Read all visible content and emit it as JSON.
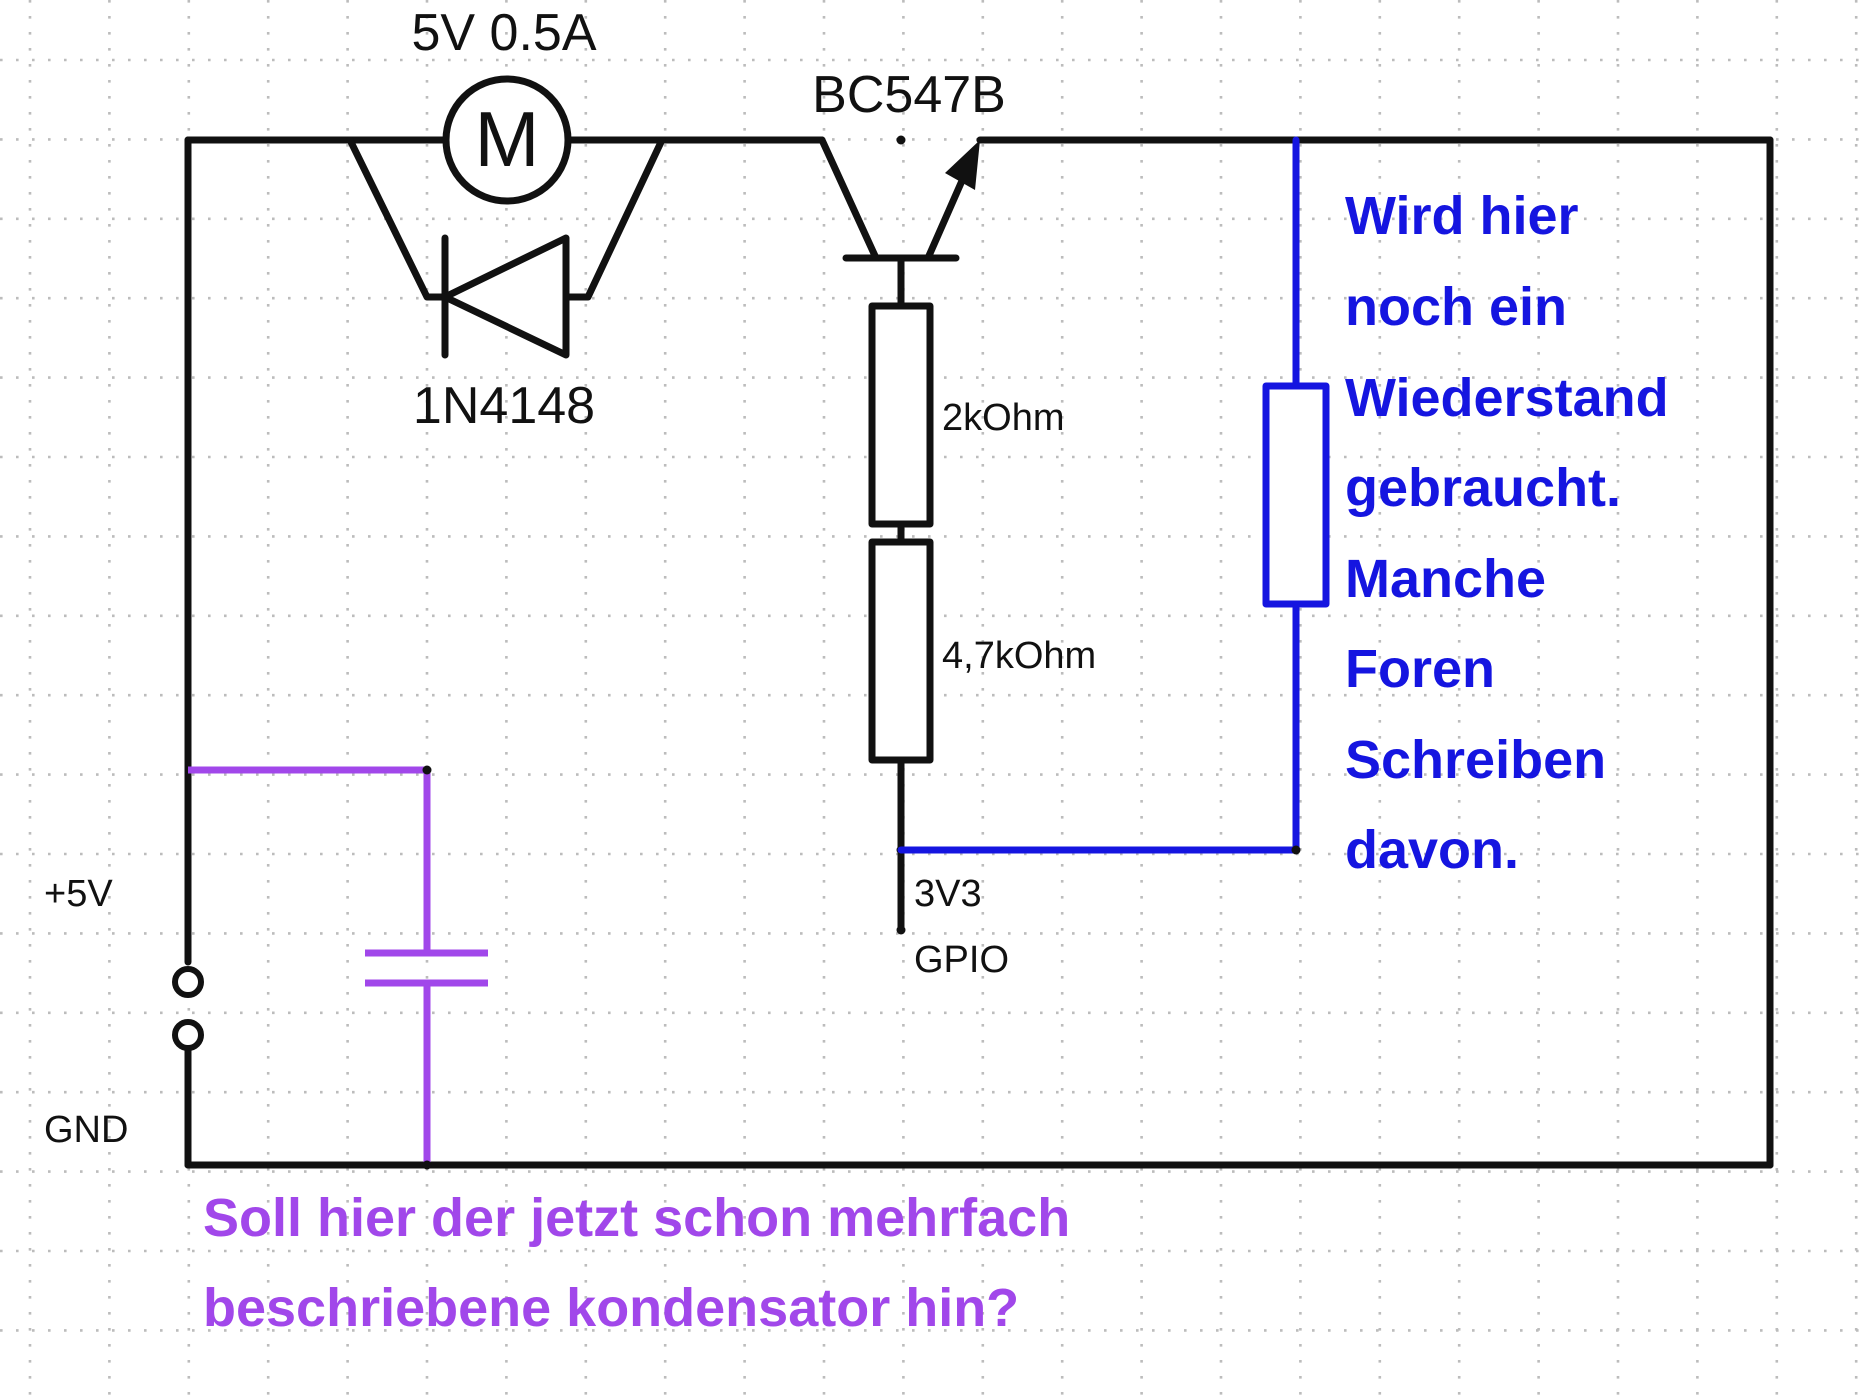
{
  "colors": {
    "grid": "#bcbcbc",
    "wire": "#111111",
    "added_resistor": "#1515e0",
    "capacitor": "#a147ea"
  },
  "components": {
    "motor": {
      "label": "5V 0.5A",
      "symbol": "M"
    },
    "diode": {
      "label": "1N4148"
    },
    "transistor": {
      "label": "BC547B"
    },
    "resistor_upper": {
      "label": "2kOhm"
    },
    "resistor_lower": {
      "label": "4,7kOhm"
    },
    "gpio": {
      "level": "3V3",
      "label": "GPIO"
    }
  },
  "terminals": {
    "plus": "+5V",
    "ground": "GND"
  },
  "annotations": {
    "resistor_question": [
      "Wird hier",
      "noch ein",
      "Wiederstand",
      "gebraucht.",
      "Manche",
      "Foren",
      "Schreiben",
      "davon."
    ],
    "capacitor_question": [
      "Soll hier der jetzt schon mehrfach",
      "beschriebene kondensator hin?"
    ]
  }
}
